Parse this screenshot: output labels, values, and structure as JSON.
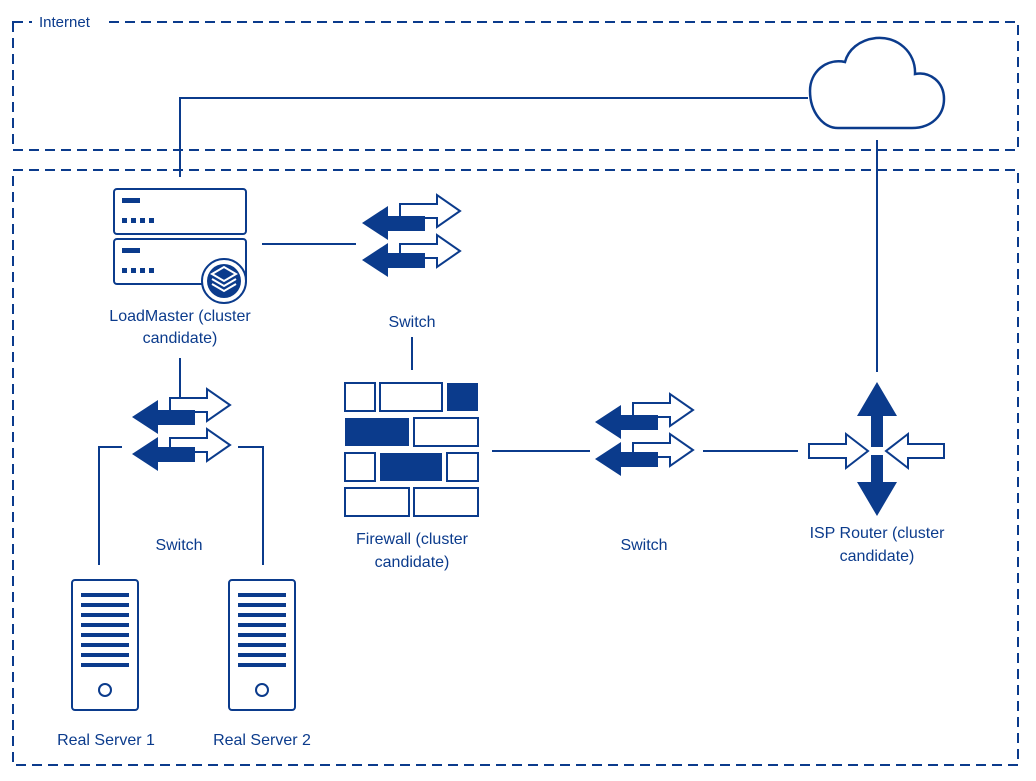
{
  "colors": {
    "primary": "#0b3b8c",
    "background": "#ffffff"
  },
  "zones": {
    "internet": {
      "label": "Internet"
    }
  },
  "nodes": {
    "loadmaster": {
      "label_line1": "LoadMaster (cluster",
      "label_line2": "candidate)",
      "icon": "server-stack-icon"
    },
    "switch_top": {
      "label": "Switch",
      "icon": "switch-icon"
    },
    "switch_left": {
      "label": "Switch",
      "icon": "switch-icon"
    },
    "firewall": {
      "label_line1": "Firewall (cluster",
      "label_line2": "candidate)",
      "icon": "firewall-icon"
    },
    "switch_mid": {
      "label": "Switch",
      "icon": "switch-icon"
    },
    "isp_router": {
      "label_line1": "ISP Router (cluster",
      "label_line2": "candidate)",
      "icon": "router-icon"
    },
    "real_server_1": {
      "label": "Real Server 1",
      "icon": "tower-server-icon"
    },
    "real_server_2": {
      "label": "Real Server 2",
      "icon": "tower-server-icon"
    },
    "cloud": {
      "icon": "cloud-icon"
    }
  }
}
